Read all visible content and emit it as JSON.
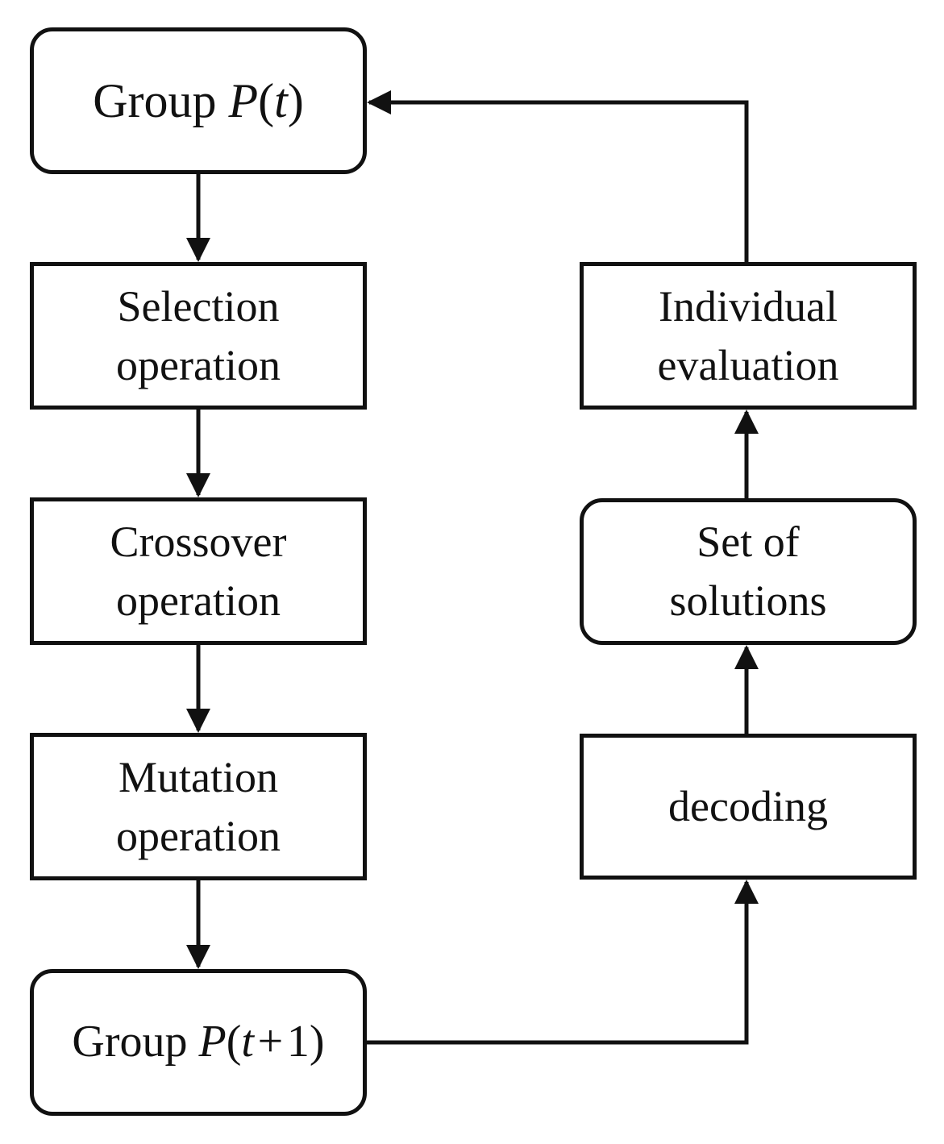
{
  "diagram": {
    "nodes": {
      "group_pt": {
        "prefix": "Group",
        "math_symbol": "P",
        "math_arg": "t"
      },
      "selection": {
        "line1": "Selection",
        "line2": "operation"
      },
      "crossover": {
        "line1": "Crossover",
        "line2": "operation"
      },
      "mutation": {
        "line1": "Mutation",
        "line2": "operation"
      },
      "group_pt1": {
        "prefix": "Group",
        "math_symbol": "P",
        "math_arg": "t",
        "math_op": "+",
        "math_num": "1"
      },
      "decoding": {
        "line1": "decoding"
      },
      "set_of_solutions": {
        "line1": "Set of",
        "line2": "solutions"
      },
      "individual_evaluation": {
        "line1": "Individual",
        "line2": "evaluation"
      }
    },
    "edges": [
      {
        "from": "group_pt",
        "to": "selection"
      },
      {
        "from": "selection",
        "to": "crossover"
      },
      {
        "from": "crossover",
        "to": "mutation"
      },
      {
        "from": "mutation",
        "to": "group_pt1"
      },
      {
        "from": "group_pt1",
        "to": "decoding"
      },
      {
        "from": "decoding",
        "to": "set_of_solutions"
      },
      {
        "from": "set_of_solutions",
        "to": "individual_evaluation"
      },
      {
        "from": "individual_evaluation",
        "to": "group_pt"
      }
    ],
    "colors": {
      "stroke": "#111111",
      "fill": "#ffffff"
    }
  }
}
